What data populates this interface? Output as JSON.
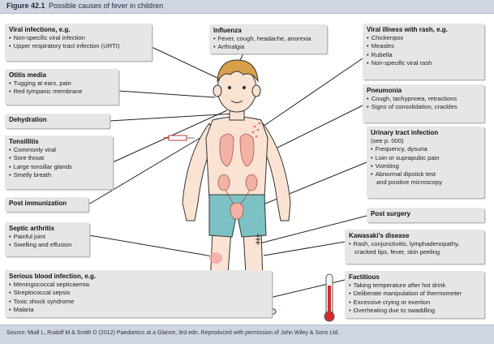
{
  "figure": {
    "label": "Figure 42.1",
    "title": "Possible causes of fever in children"
  },
  "boxes": {
    "viral_infections": {
      "title": "Viral infections, e.g.",
      "items": [
        "Non-specific viral infection",
        "Upper respiratory tract infection (URTI)"
      ]
    },
    "otitis_media": {
      "title": "Otitis media",
      "items": [
        "Tugging at ears, pain",
        "Red tympanic membrane"
      ]
    },
    "dehydration": {
      "title": "Dehydration"
    },
    "tonsillitis": {
      "title": "Tonsillitis",
      "items": [
        "Commonly viral",
        "Sore throat",
        "Large tonsillar glands",
        "Smelly breath"
      ]
    },
    "post_immunization": {
      "title": "Post immunization"
    },
    "septic_arthritis": {
      "title": "Septic arthritis",
      "items": [
        "Painful joint",
        "Swelling and effusion"
      ]
    },
    "serious_blood": {
      "title": "Serious blood infection, e.g.",
      "items": [
        "Meningococcal septicaemia",
        "Streptococcal sepsis",
        "Toxic shock syndrome",
        "Malaria"
      ]
    },
    "influenza": {
      "title": "Influenza",
      "items": [
        "Fever, cough, headache, anorexia",
        "Arthralgia"
      ]
    },
    "viral_rash": {
      "title": "Viral illness with rash, e.g.",
      "items": [
        "Chickenpox",
        "Measles",
        "Rubella",
        "Non-specific viral rash"
      ]
    },
    "pneumonia": {
      "title": "Pneumonia",
      "items": [
        "Cough, tachypnoea, retractions",
        "Signs of consolidation, crackles"
      ]
    },
    "uti": {
      "title": "Urinary tract infection",
      "subtitle": "(see p. 000)",
      "items": [
        "Frequency, dysuria",
        "Loin or suprapubic pain",
        "Vomiting",
        "Abnormal dipstick test"
      ],
      "continuation": "and positive microscopy"
    },
    "post_surgery": {
      "title": "Post surgery"
    },
    "kawasaki": {
      "title": "Kawasaki's disease",
      "items": [
        "Rash, conjunctivitis, lymphadenopathy,"
      ],
      "continuation": "cracked lips, fever, skin peeling"
    },
    "factitious": {
      "title": "Factitious",
      "items": [
        "Taking temperature after hot drink",
        "Deliberate manipulation of thermometer",
        "Excessive crying or exertion",
        "Overheating due to swaddling"
      ]
    }
  },
  "source": "Source: Miall L, Rudolf M & Smith D (2012) Paediatrics at a Glance, 3rd edn. Reproduced with permission of John Wiley & Sons Ltd.",
  "colors": {
    "header_band": "#cfd6e1",
    "box_fill": "#e6e6e6",
    "skin": "#fbe3d4",
    "hair": "#d9a04a",
    "shorts": "#7cc2c4",
    "organ": "#f2b3a6",
    "rash": "#e46a6a",
    "thermometer": "#d62b2b"
  }
}
